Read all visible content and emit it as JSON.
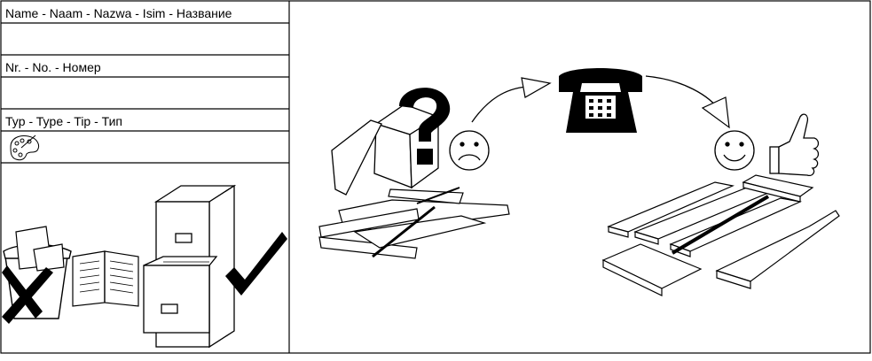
{
  "form": {
    "name_label": "Name - Naam - Nazwa - Isim - Название",
    "number_label": "Nr. - No. - Номер",
    "type_label": "Typ - Type - Tip - Тип"
  },
  "icons": {
    "color": "palette-icon",
    "trash": "crossed-trash-bin-icon",
    "binder": "open-binder-icon",
    "cabinet": "filing-cabinet-icon",
    "check": "checkmark-icon",
    "box": "damaged-box-icon",
    "question": "question-mark-icon",
    "sad": "sad-face-icon",
    "phone": "telephone-icon",
    "happy": "happy-face-icon",
    "thumb": "thumbs-up-icon"
  }
}
